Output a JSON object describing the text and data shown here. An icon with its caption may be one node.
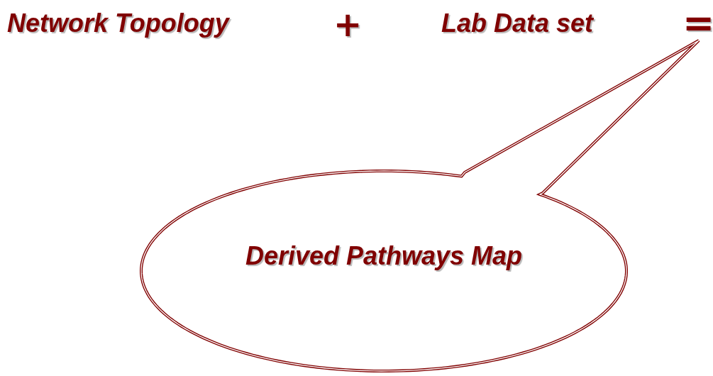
{
  "diagram": {
    "nodes": [
      {
        "text": [
          "Network Topology"
        ]
      },
      {
        "text": [
          "Lab Data set"
        ]
      },
      {
        "text": [
          "Derived Pathways Map"
        ]
      }
    ],
    "labels": [
      "+",
      "="
    ]
  }
}
